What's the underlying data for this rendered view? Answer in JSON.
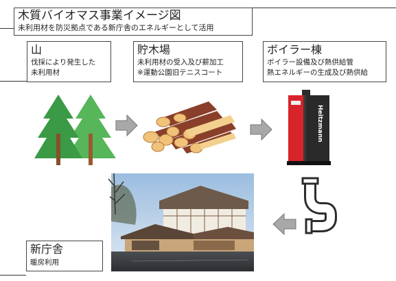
{
  "title": {
    "heading": "木質バイオマス事業イメージ図",
    "subheading": "未利用材を防災拠点である新庁舎のエネルギーとして活用"
  },
  "steps": {
    "mountain": {
      "title": "山",
      "lines": [
        "伐採により発生した",
        "未利用材"
      ]
    },
    "storage": {
      "title": "貯木場",
      "lines": [
        "未利用材の受入及び薪加工",
        "※運動公園旧テニスコート"
      ]
    },
    "boiler": {
      "title": "ボイラー棟",
      "lines": [
        "ボイラー設備及び熱供給管",
        "熱エネルギーの生成及び熱供給"
      ]
    },
    "new_hall": {
      "title": "新庁舎",
      "lines": [
        "暖房利用"
      ]
    }
  },
  "boiler_brand": "Heitzmann",
  "icons": [
    "tree-icon",
    "firewood-icon",
    "boiler-icon",
    "pipe-icon",
    "arrow-right-icon",
    "arrow-left-icon",
    "building-photo"
  ],
  "colors": {
    "tree_green": "#3aa24a",
    "wood_light": "#f0c27a",
    "wood_dark": "#8a3f2a",
    "boiler_red": "#d8232a",
    "arrow_gray": "#a8a8a8"
  }
}
